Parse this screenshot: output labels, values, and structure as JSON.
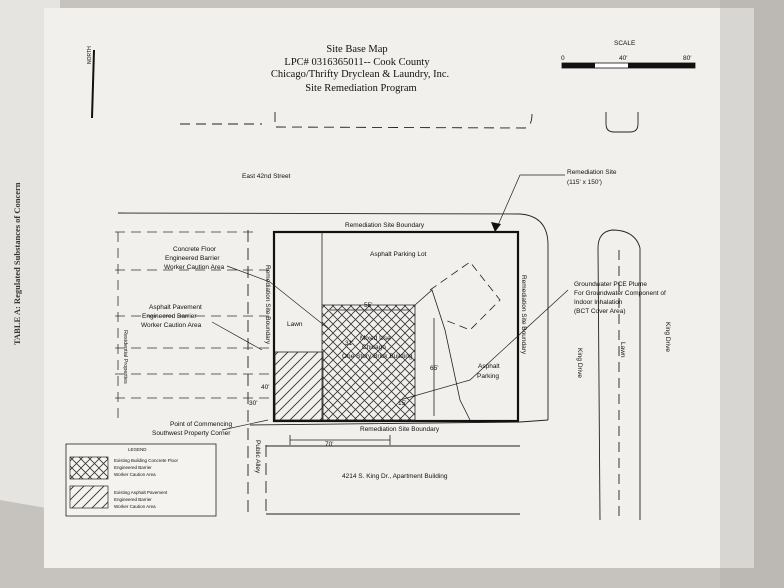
{
  "side_title": "TABLE A: Regulated Substances of Concern",
  "title_block": {
    "line1": "Site Base Map",
    "line2": "LPC# 0316365011-- Cook County",
    "line3": "Chicago/Thrifty Dryclean & Laundry, Inc.",
    "line4": "Site Remediation Program"
  },
  "north_label": "NORTH",
  "scale": {
    "title": "SCALE",
    "t0": "0",
    "t1": "40'",
    "t2": "80'"
  },
  "streets": {
    "east42": "East 42nd Street",
    "king_drive_1": "King Drive",
    "king_drive_2": "King Drive",
    "lawn_median": "Lawn",
    "public_alley": "Public Alley"
  },
  "labels": {
    "remediation_site_line1": "Remediation Site",
    "remediation_site_line2": "(115' x 150')",
    "boundary_top": "Remediation Site Boundary",
    "boundary_bottom": "Remediation Site Boundary",
    "boundary_left": "Remediation Site Boundary",
    "boundary_right": "Remediation Site Boundary",
    "asphalt_parking_lot": "Asphalt Parking Lot",
    "concrete_floor_1": "Concrete Floor",
    "concrete_floor_2": "Engineered Barrier",
    "concrete_floor_3": "Worker Caution Area",
    "asphalt_pave_1": "Asphalt Pavement",
    "asphalt_pave_2": "Engineered Barrier",
    "asphalt_pave_3": "Worker Caution Area",
    "lawn_site": "Lawn",
    "gw_1": "Groundwater PCE Plume",
    "gw_2": "For Groundwater Component of",
    "gw_3": "Indoor Inhalation",
    "gw_4": "(BCT Cover Area)",
    "building_1": "Mixed Use",
    "building_2": "Chicago",
    "building_3": "One Story Brick Building",
    "asphalt_parking_1": "Asphalt",
    "asphalt_parking_2": "Parking",
    "residential": "Residential Properties",
    "poc_1": "Point of Commencing",
    "poc_2": "Southwest Property Corner",
    "apartment": "4214 S. King Dr., Apartment Building"
  },
  "dims": {
    "d55": "55'",
    "d65": "65'",
    "d70": "70'",
    "d40": "40'",
    "d30": "30'",
    "d31": "31'",
    "d15": "15'"
  },
  "legend": {
    "title": "LEGEND",
    "item1_1": "Existing Building Concrete Floor",
    "item1_2": "Engineered Barrier",
    "item1_3": "Worker Caution Area",
    "item2_1": "Existing Asphalt Pavement",
    "item2_2": "Engineered Barrier",
    "item2_3": "Worker Caution Area"
  }
}
